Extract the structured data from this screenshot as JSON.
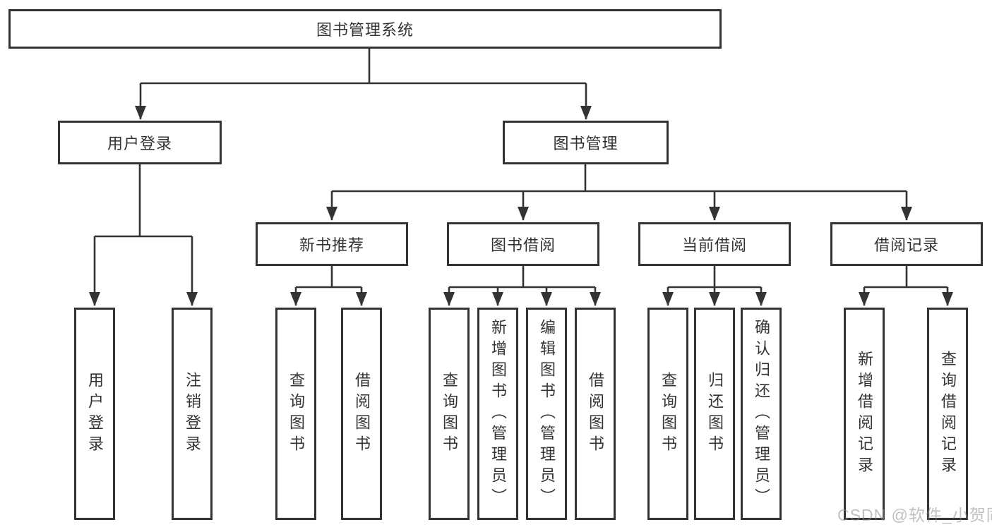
{
  "colors": {
    "line": "#333333",
    "box_border": "#333333",
    "box_background": "#ffffff",
    "text": "#333333",
    "watermark": "#bfbfbf",
    "page_background": "#ffffff"
  },
  "watermark": {
    "text": "CSDN @软件_小贺同学"
  },
  "diagram": {
    "type": "hierarchy-tree",
    "root": {
      "label": "图书管理系统"
    },
    "level2": [
      {
        "label": "用户登录",
        "children": [
          {
            "label": "用户登录"
          },
          {
            "label": "注销登录"
          }
        ]
      },
      {
        "label": "图书管理",
        "children": [
          {
            "label": "新书推荐",
            "children": [
              {
                "label": "查询图书"
              },
              {
                "label": "借阅图书"
              }
            ]
          },
          {
            "label": "图书借阅",
            "children": [
              {
                "label": "查询图书"
              },
              {
                "label": "新增图书（管理员）"
              },
              {
                "label": "编辑图书（管理员）"
              },
              {
                "label": "借阅图书"
              }
            ]
          },
          {
            "label": "当前借阅",
            "children": [
              {
                "label": "查询图书"
              },
              {
                "label": "归还图书"
              },
              {
                "label": "确认归还（管理员）"
              }
            ]
          },
          {
            "label": "借阅记录",
            "children": [
              {
                "label": "新增借阅记录"
              },
              {
                "label": "查询借阅记录"
              }
            ]
          }
        ]
      }
    ]
  }
}
